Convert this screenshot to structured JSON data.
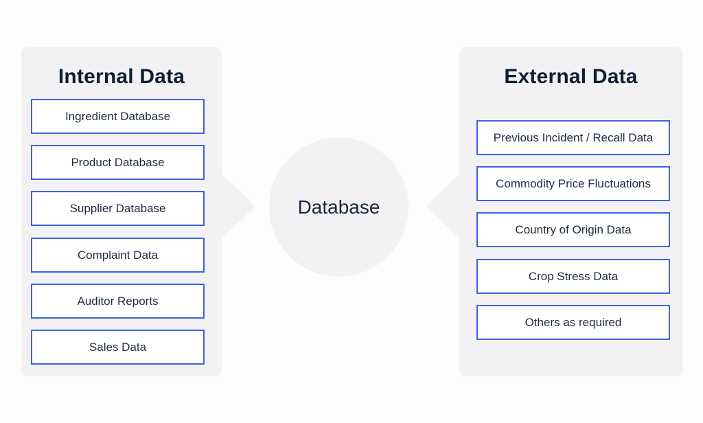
{
  "internal": {
    "title": "Internal Data",
    "items": [
      {
        "label": "Ingredient Database"
      },
      {
        "label": "Product Database"
      },
      {
        "label": "Supplier Database"
      },
      {
        "label": "Complaint Data"
      },
      {
        "label": "Auditor Reports"
      },
      {
        "label": "Sales Data"
      }
    ]
  },
  "center": {
    "label": "Database"
  },
  "external": {
    "title": "External Data",
    "items": [
      {
        "label": "Previous Incident / Recall Data"
      },
      {
        "label": "Commodity Price Fluctuations"
      },
      {
        "label": "Country of Origin Data"
      },
      {
        "label": "Crop Stress Data"
      },
      {
        "label": "Others as required"
      }
    ]
  },
  "colors": {
    "panel_bg": "#f2f2f4",
    "box_border": "#3b63e6",
    "title_text": "#0f1d35"
  }
}
